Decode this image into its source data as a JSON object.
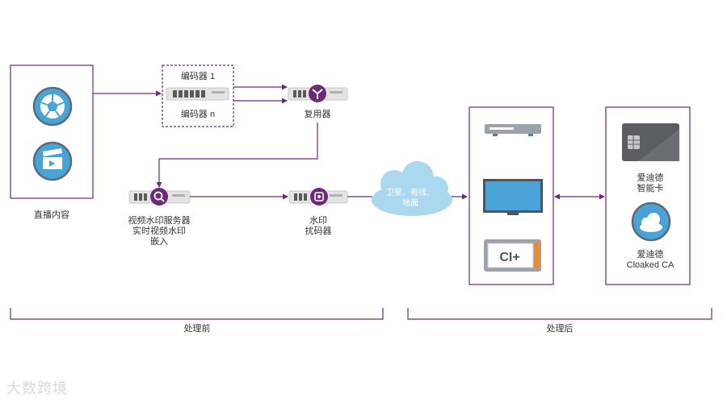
{
  "labels": {
    "live_content": "直播内容",
    "encoder_1": "编码器 1",
    "encoder_n": "编码器 n",
    "multiplexer": "复用器",
    "watermark_server": [
      "视频水印服务器",
      "实时视频水印",
      "嵌入"
    ],
    "watermark_scrambler": [
      "水印",
      "扰码器"
    ],
    "cloud": [
      "卫星、有线、",
      "地面"
    ],
    "smart_card": [
      "爱迪德",
      "智能卡"
    ],
    "cloaked_ca": [
      "爱迪德",
      "Cloaked CA"
    ],
    "pre_processing": "处理前",
    "post_processing": "处理后",
    "ci_plus": "CI+"
  },
  "watermark_text": "大数跨境",
  "colors": {
    "purple": "#6b2a7a",
    "cloud": "#a9d8ef",
    "icon_blue": "#4aa3d6",
    "device_gray": "#e3e3e3",
    "orange": "#f08a24"
  }
}
